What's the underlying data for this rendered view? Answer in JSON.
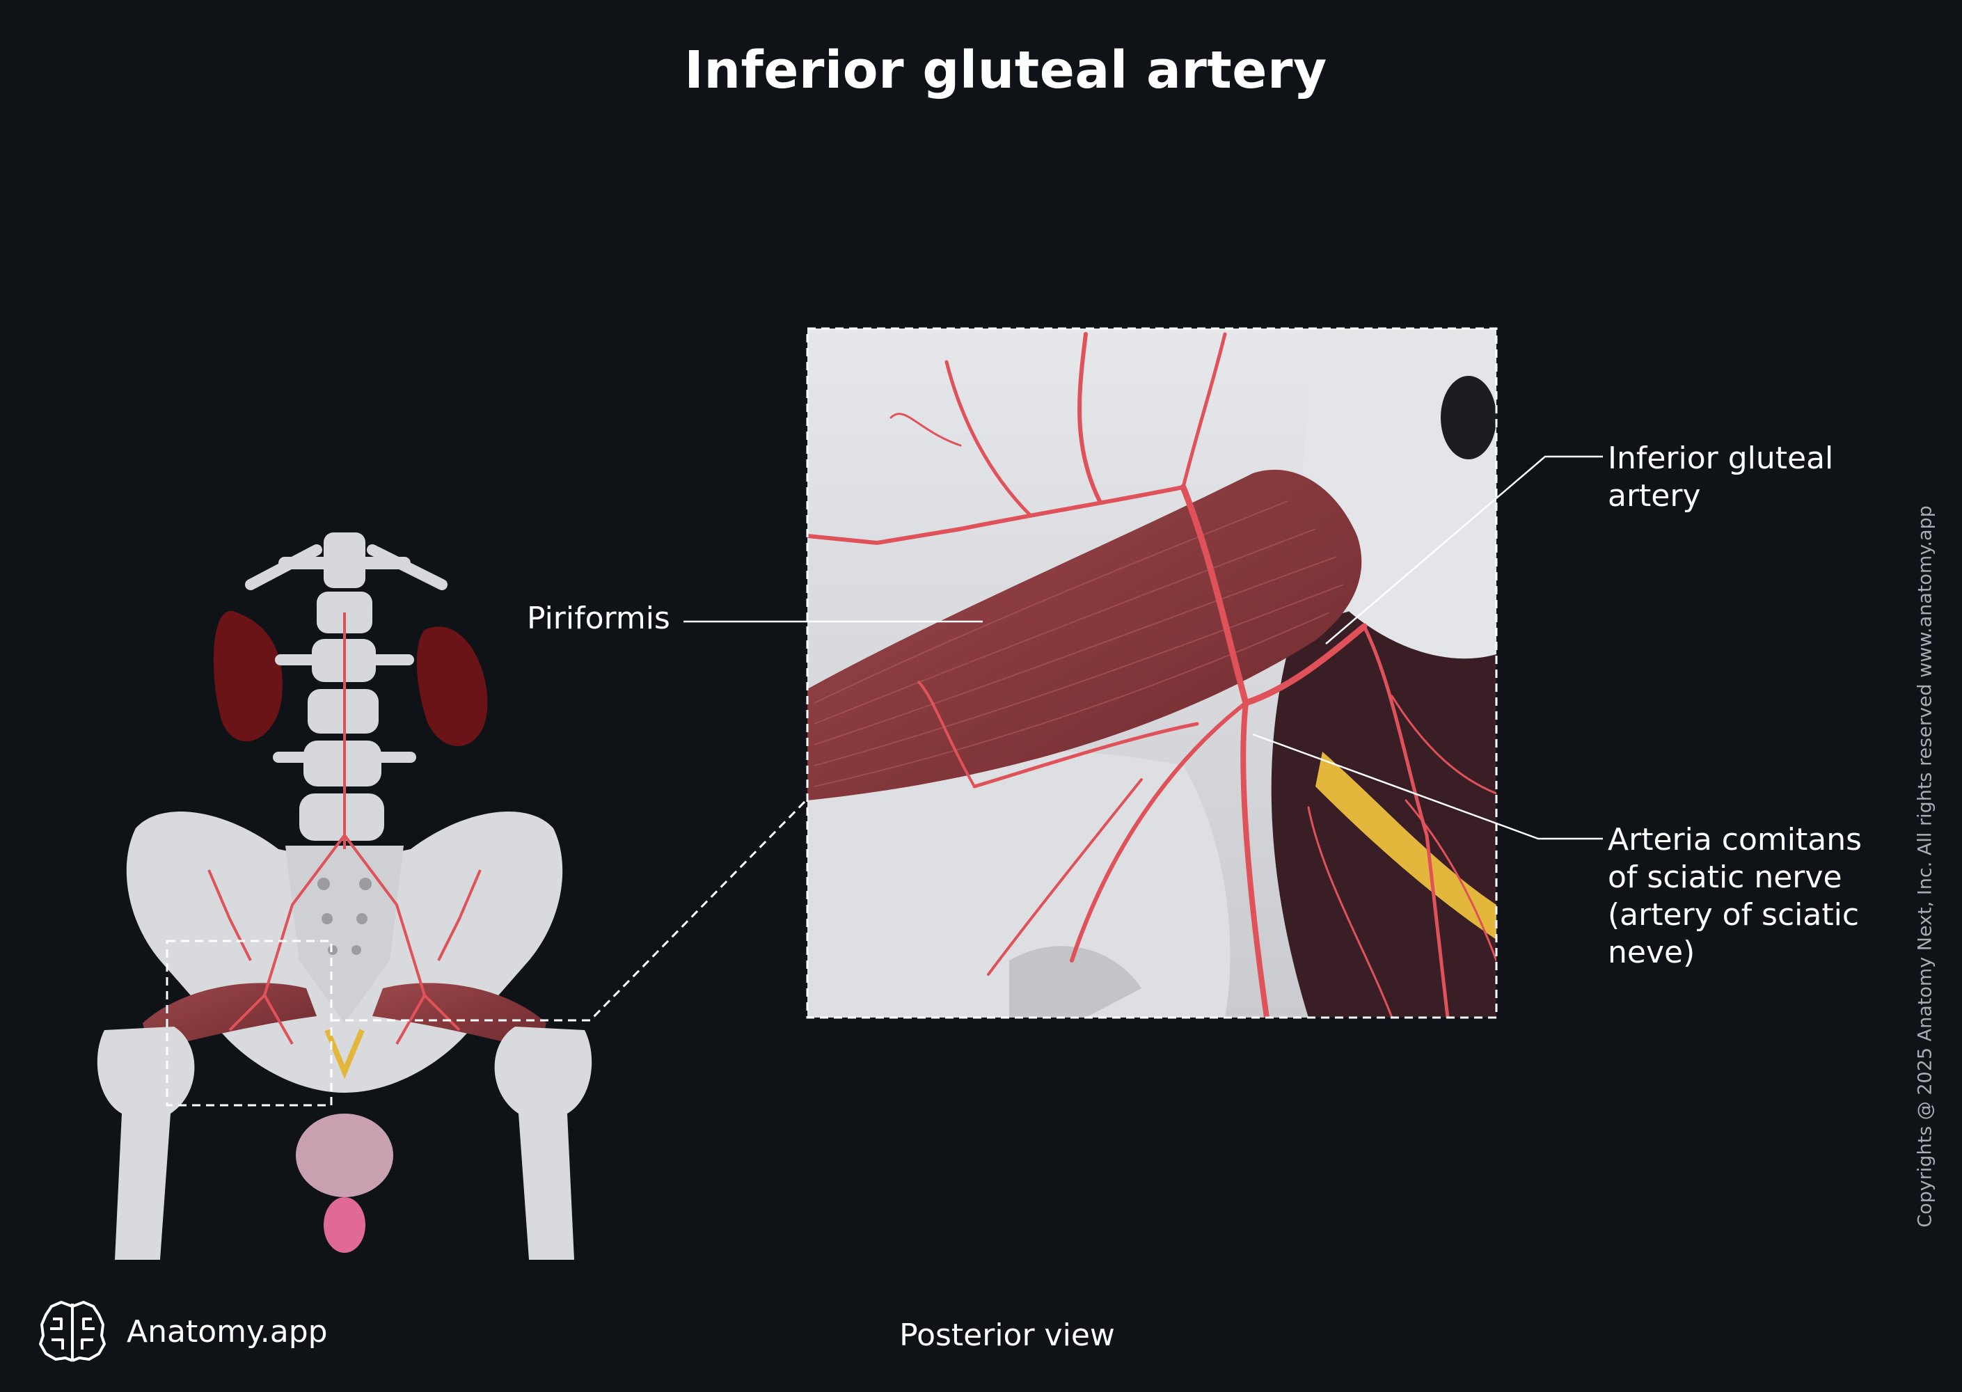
{
  "title": "Inferior gluteal artery",
  "caption": "Posterior view",
  "labels": {
    "piriformis": "Piriformis",
    "inferior_gluteal_1": "Inferior gluteal",
    "inferior_gluteal_2": "artery",
    "comitans_1": "Arteria comitans",
    "comitans_2": "of sciatic nerve",
    "comitans_3": "(artery of sciatic",
    "comitans_4": "neve)"
  },
  "copyright": "Copyrights @ 2025 Anatomy Next, Inc. All rights reserved www.anatomy.app",
  "brand": {
    "name": "Anatomy.app",
    "icon": "brain-logo-icon"
  },
  "colors": {
    "background": "#0f1217",
    "bone": "#dcdde0",
    "muscle": "#8a3a3e",
    "artery": "#e0525a",
    "nerve": "#e3b63c",
    "kidney": "#6b1418"
  }
}
